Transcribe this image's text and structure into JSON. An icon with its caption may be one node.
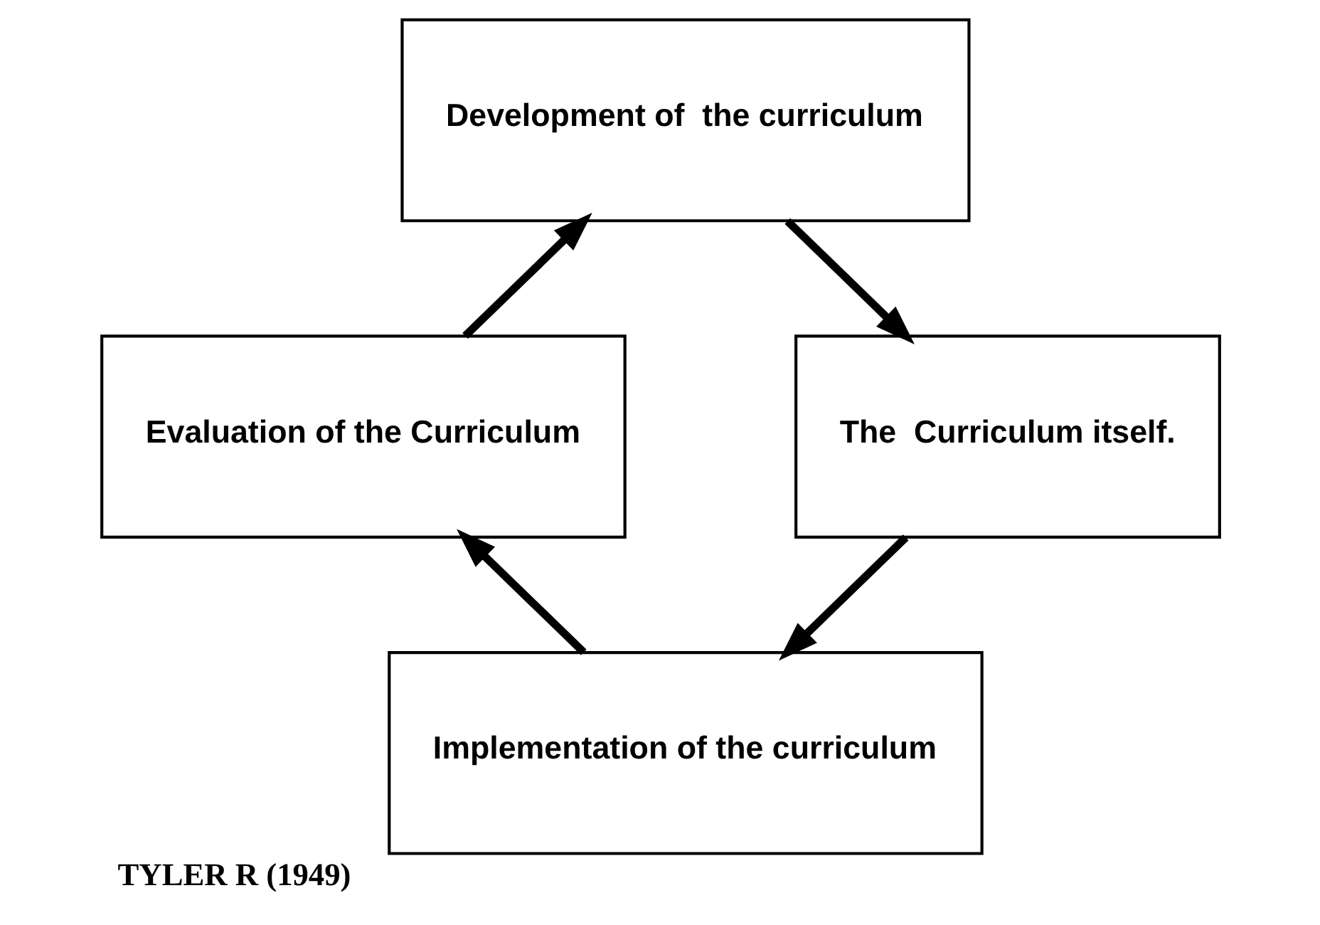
{
  "diagram": {
    "caption": "TYLER R (1949)",
    "nodes": [
      {
        "text": [
          "Development of  the curriculum"
        ]
      },
      {
        "text": [
          "The  Curriculum itself."
        ]
      },
      {
        "text": [
          "Implementation of the curriculum"
        ]
      },
      {
        "text": [
          "Evaluation of the Curriculum"
        ]
      }
    ],
    "edges": [
      {
        "from": 0,
        "to": 1,
        "arrow": "to"
      },
      {
        "from": 1,
        "to": 2,
        "arrow": "to"
      },
      {
        "from": 2,
        "to": 3,
        "arrow": "to"
      },
      {
        "from": 3,
        "to": 0,
        "arrow": "to"
      }
    ]
  }
}
